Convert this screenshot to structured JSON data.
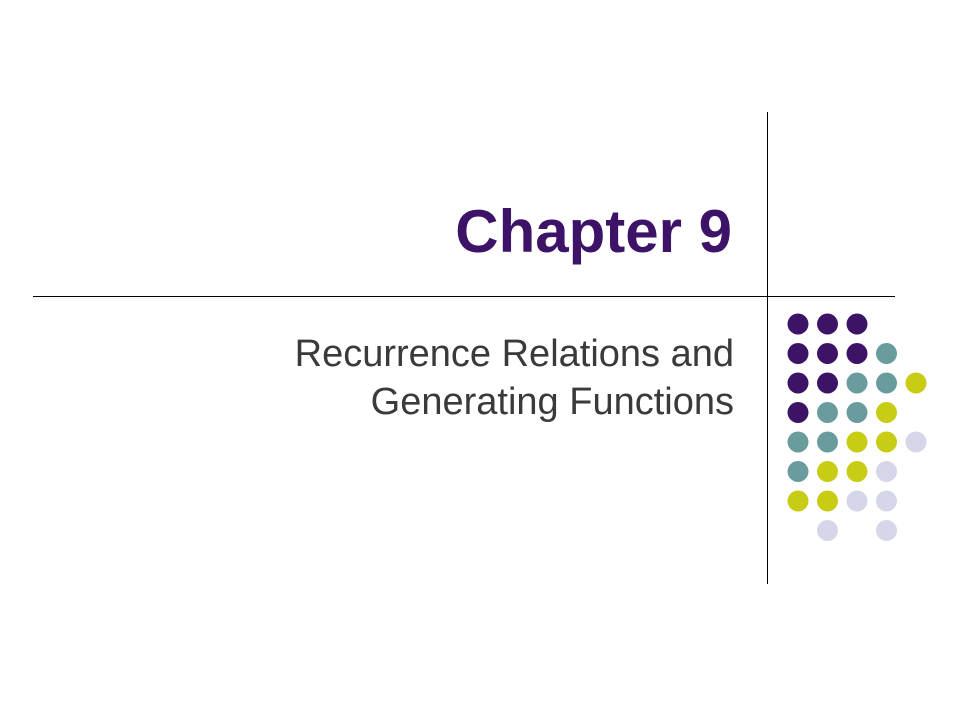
{
  "slide": {
    "title": "Chapter 9",
    "subtitle_lines": [
      "Recurrence Relations and",
      "Generating Functions"
    ]
  },
  "colors": {
    "title": "#3d1368",
    "subtitle": "#3a3a3a",
    "rule_lines": "#000000",
    "dot_purple": "#3d1368",
    "dot_teal": "#6a9c9e",
    "dot_olive": "#c9cc14",
    "dot_lavender": "#d6d6ea"
  },
  "decoration": {
    "dot_grid": [
      [
        "purple",
        "purple",
        "purple",
        null,
        null
      ],
      [
        "purple",
        "purple",
        "purple",
        "teal",
        null
      ],
      [
        "purple",
        "purple",
        "teal",
        "teal",
        "olive"
      ],
      [
        "purple",
        "teal",
        "teal",
        "olive",
        null
      ],
      [
        "teal",
        "teal",
        "olive",
        "olive",
        "lavender"
      ],
      [
        "teal",
        "olive",
        "olive",
        "lavender",
        null
      ],
      [
        "olive",
        "olive",
        "lavender",
        "lavender",
        null
      ],
      [
        null,
        "lavender",
        null,
        "lavender",
        null
      ]
    ]
  }
}
